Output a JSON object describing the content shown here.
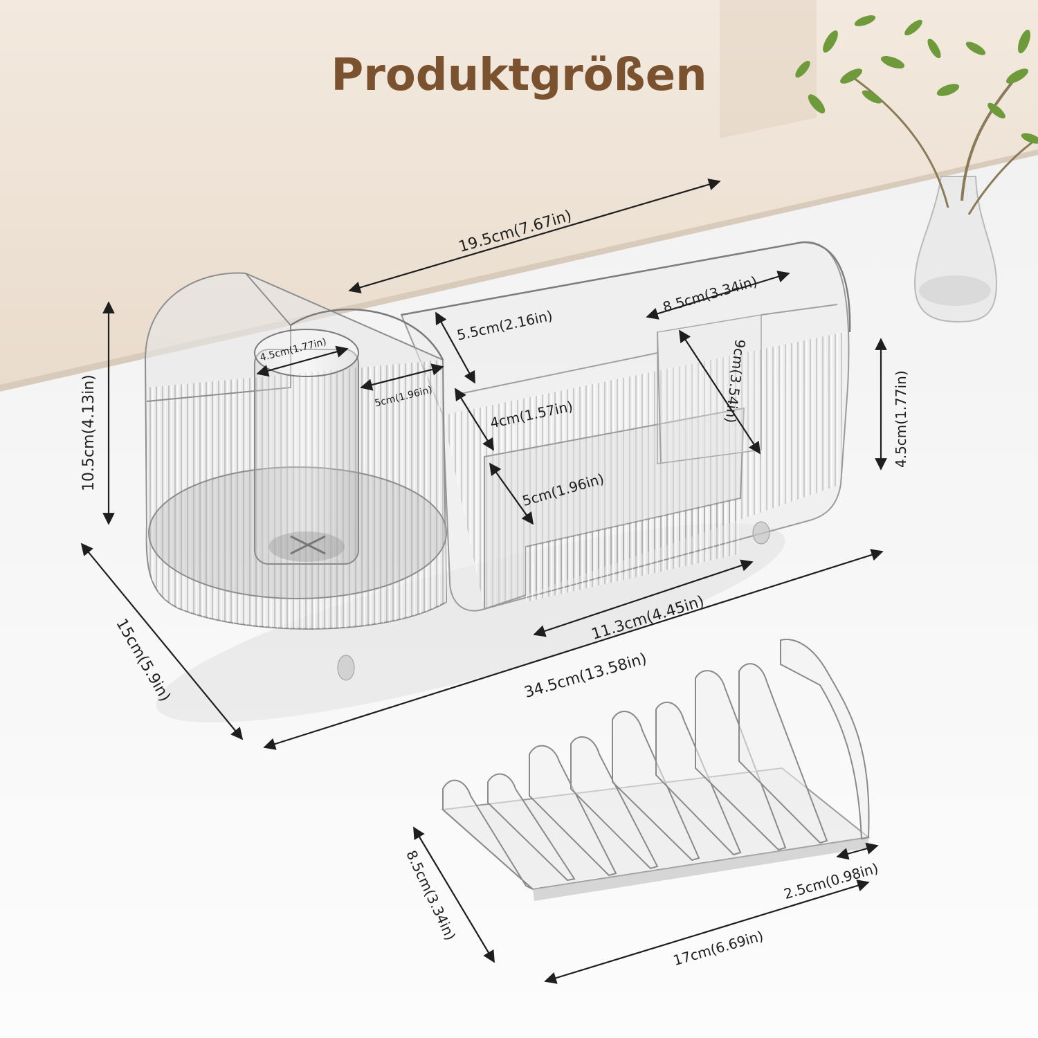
{
  "colors": {
    "wall": "#f1e6da",
    "wall_shadow": "#e3d2bf",
    "table": "#f6f6f6",
    "title_color": "#7a5230",
    "line_color": "#1e1e1e",
    "acrylic_edge": "#8e8e8e",
    "leaf_green": "#6f9a3c"
  },
  "header": {
    "title": "Produktgrößen"
  },
  "dimensions": {
    "top_length": "19.5cm(7.67in)",
    "right_compartment": "8.5cm(3.34in)",
    "divider_height": "5.5cm(2.16in)",
    "cup_diameter": "4.5cm(1.77in)",
    "cup_gap": "5cm(1.96in)",
    "total_height": "10.5cm(4.13in)",
    "drawer_depth": "4cm(1.57in)",
    "compartment_depth": "9cm(3.54in)",
    "tray_height": "4.5cm(1.77in)",
    "drawer_height": "5cm(1.96in)",
    "drawer_length": "11.3cm(4.45in)",
    "total_depth": "15cm(5.9in)",
    "total_length": "34.5cm(13.58in)",
    "rack_depth": "8.5cm(3.34in)",
    "slot_width": "2.5cm(0.98in)",
    "rack_length": "17cm(6.69in)"
  },
  "illustration": {
    "main_product": "fluted-acrylic-organizer",
    "accessory": "acrylic-divider-rack",
    "decoration": "glass-vase-with-plant"
  }
}
